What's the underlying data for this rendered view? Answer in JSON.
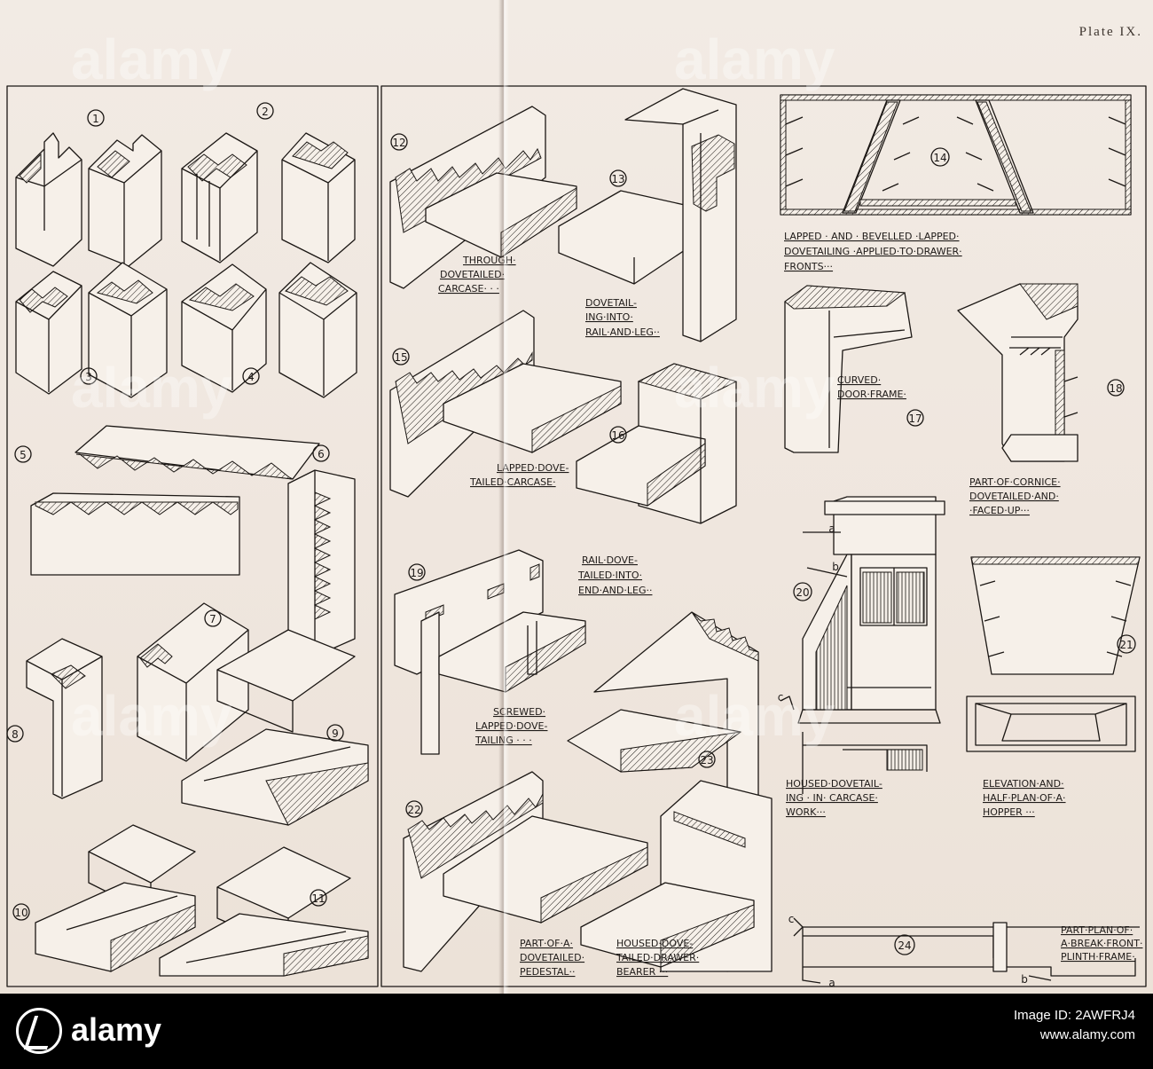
{
  "plate": {
    "number": "Plate IX."
  },
  "figure_numbers": [
    "1",
    "2",
    "3",
    "4",
    "5",
    "6",
    "7",
    "8",
    "9",
    "10",
    "11",
    "12",
    "13",
    "14",
    "15",
    "16",
    "17",
    "18",
    "19",
    "20",
    "21",
    "22",
    "23",
    "24"
  ],
  "letters": {
    "a": "a",
    "b": "b",
    "c": "c"
  },
  "captions": {
    "through_dovetailed": [
      "THROUGH·",
      "DOVETAILED·",
      "CARCASE· · ·"
    ],
    "dovetailing_rail_leg": [
      "DOVETAIL-",
      "ING·INTO·",
      "RAIL·AND·LEG··"
    ],
    "lapped_bevelled": [
      "LAPPED · AND · BEVELLED ·LAPPED·",
      "DOVETAILING ·APPLIED·TO·DRAWER·",
      "FRONTS···"
    ],
    "curved_door_frame": [
      "CURVED·",
      "DOOR·FRAME·"
    ],
    "lapped_dovetailed_carcase": [
      "LAPPED·DOVE-",
      "TAILED·CARCASE·"
    ],
    "cornice": [
      "PART·OF·CORNICE·",
      "DOVETAILED·AND·",
      "·FACED·UP···"
    ],
    "rail_dovetailed": [
      "RAIL·DOVE-",
      "TAILED·INTO·",
      "END·AND·LEG··"
    ],
    "screwed_lapped": [
      "SCREWED·",
      "LAPPED·DOVE-",
      "TAILING · · ·"
    ],
    "housed_carcase": [
      "HOUSED·DOVETAIL-",
      "ING · IN· CARCASE·",
      "WORK···"
    ],
    "hopper": [
      "ELEVATION·AND·",
      "HALF·PLAN·OF·A·",
      "HOPPER ···"
    ],
    "pedestal": [
      "PART·OF·A·",
      "DOVETAILED·",
      "PEDESTAL··"
    ],
    "drawer_bearer": [
      "HOUSED·DOVE-",
      "TAILED·DRAWER·",
      "BEARER ···"
    ],
    "plinth": [
      "PART·PLAN·OF·",
      "A·BREAK·FRONT·",
      "PLINTH·FRAME·"
    ]
  },
  "watermark": {
    "brand": "alamy",
    "image_id_label": "Image ID: 2AWFRJ4",
    "site": "www.alamy.com"
  }
}
